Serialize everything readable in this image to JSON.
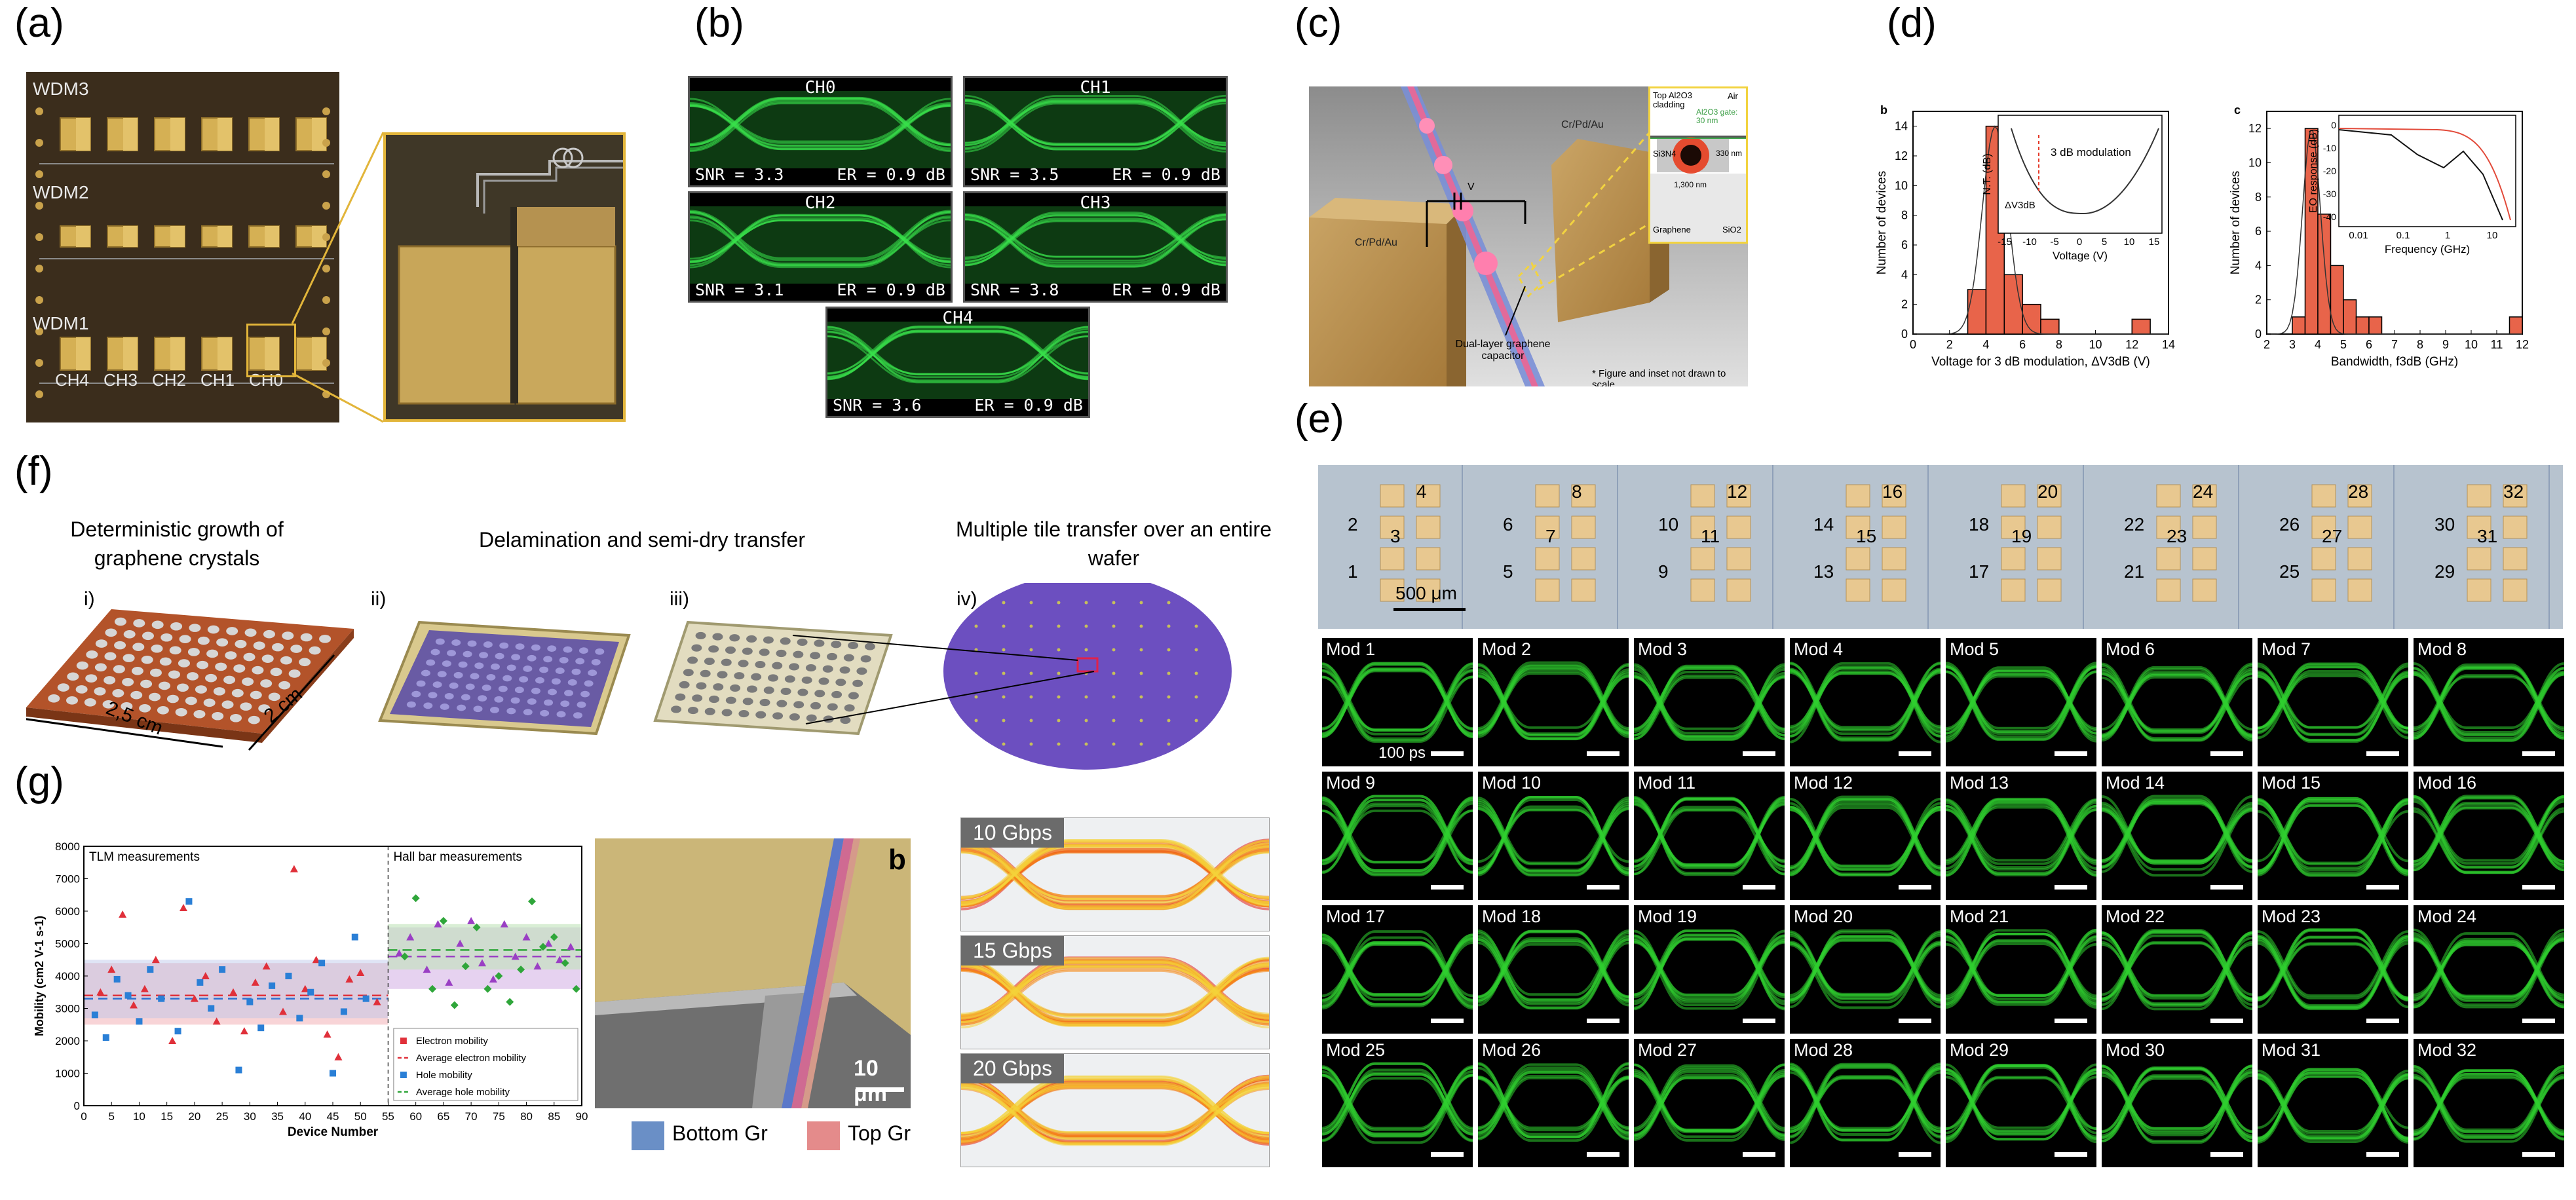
{
  "panels": {
    "a": {
      "label": "(a)",
      "wdm_labels": [
        "WDM3",
        "WDM2",
        "WDM1"
      ],
      "channel_labels": [
        "CH4",
        "CH3",
        "CH2",
        "CH1",
        "CH0"
      ]
    },
    "b": {
      "label": "(b)",
      "eyes": [
        {
          "ch": "CH0",
          "snr": "SNR = 3.3",
          "er": "ER = 0.9 dB"
        },
        {
          "ch": "CH1",
          "snr": "SNR = 3.5",
          "er": "ER = 0.9 dB"
        },
        {
          "ch": "CH2",
          "snr": "SNR = 3.1",
          "er": "ER = 0.9 dB"
        },
        {
          "ch": "CH3",
          "snr": "SNR = 3.8",
          "er": "ER = 0.9 dB"
        },
        {
          "ch": "CH4",
          "snr": "SNR = 3.6",
          "er": "ER = 0.9 dB"
        }
      ]
    },
    "c": {
      "label": "(c)",
      "electrode_left": "Cr/Pd/Au",
      "electrode_right": "Cr/Pd/Au",
      "voltage": "V",
      "capacitor": "Dual-layer graphene capacitor",
      "note": "* Figure and inset not drawn to scale",
      "inset": {
        "top_cladding": "Top Al2O3 cladding",
        "air": "Air",
        "gate": "Al2O3 gate: 30 nm",
        "core": "Si3N4",
        "thickness": "330 nm",
        "width": "1,300 nm",
        "graphene": "Graphene",
        "substrate": "SiO2"
      }
    },
    "d": {
      "label": "(d)",
      "left": {
        "sublabel": "b",
        "xlabel": "Voltage for 3 dB modulation, ΔV3dB (V)",
        "ylabel": "Number of devices",
        "inset_xlabel": "Voltage (V)",
        "inset_ylabel": "N.T. (dB)",
        "inset_annot": "3 dB modulation",
        "inset_dv": "ΔV3dB",
        "inset_xticks": [
          "-15",
          "-10",
          "-5",
          "0",
          "5",
          "10",
          "15"
        ]
      },
      "right": {
        "sublabel": "c",
        "xlabel": "Bandwidth, f3dB (GHz)",
        "ylabel": "Number of devices",
        "inset_xlabel": "Frequency (GHz)",
        "inset_ylabel": "EO response (dB)",
        "inset_xticks": [
          "0.01",
          "0.1",
          "1",
          "10"
        ],
        "inset_yticks": [
          "0",
          "-10",
          "-20",
          "-30",
          "-40"
        ]
      }
    },
    "e": {
      "label": "(e)",
      "scale_top": "500 μm",
      "scale_eye": "100 ps",
      "device_numbers_top": [
        "4",
        "8",
        "12",
        "16",
        "20",
        "24",
        "28",
        "32"
      ],
      "device_numbers_mid": [
        "3",
        "7",
        "11",
        "15",
        "19",
        "23",
        "27",
        "31"
      ],
      "device_numbers_mid2": [
        "2",
        "6",
        "10",
        "14",
        "18",
        "22",
        "26",
        "30"
      ],
      "device_numbers_bot": [
        "1",
        "5",
        "9",
        "13",
        "17",
        "21",
        "25",
        "29"
      ],
      "mods": [
        "Mod 1",
        "Mod 2",
        "Mod 3",
        "Mod 4",
        "Mod 5",
        "Mod 6",
        "Mod 7",
        "Mod 8",
        "Mod 9",
        "Mod 10",
        "Mod 11",
        "Mod 12",
        "Mod 13",
        "Mod 14",
        "Mod 15",
        "Mod 16",
        "Mod 17",
        "Mod 18",
        "Mod 19",
        "Mod 20",
        "Mod 21",
        "Mod 22",
        "Mod 23",
        "Mod 24",
        "Mod 25",
        "Mod 26",
        "Mod 27",
        "Mod 28",
        "Mod 29",
        "Mod 30",
        "Mod 31",
        "Mod 32"
      ]
    },
    "f": {
      "label": "(f)",
      "step1": "Deterministic growth of graphene crystals",
      "step2": "Delamination and semi-dry transfer",
      "step3": "Multiple tile transfer over an entire wafer",
      "roman": [
        "i)",
        "ii)",
        "iii)",
        "iv)"
      ],
      "dim_a": "2,5 cm",
      "dim_b": "2 cm"
    },
    "g": {
      "label": "(g)",
      "tlm": "TLM measurements",
      "hall": "Hall bar measurements",
      "ylabel": "Mobility (cm2 V-1 s-1)",
      "xlabel": "Device Number",
      "legend": [
        "Electron mobility",
        "Average electron mobility",
        "Hole mobility",
        "Average hole mobility"
      ],
      "sem_label": "b",
      "sem_scale": "10 μm",
      "bottom_gr": "Bottom Gr",
      "top_gr": "Top Gr",
      "rates": [
        "10 Gbps",
        "15 Gbps",
        "20 Gbps"
      ]
    }
  },
  "chart_data": [
    {
      "type": "bar",
      "panel": "d-left",
      "x_bins": [
        3.5,
        4.5,
        5.5,
        6.5,
        7.5,
        12.5
      ],
      "values": [
        3,
        14,
        4,
        2,
        1,
        1
      ],
      "xlabel": "Voltage for 3 dB modulation, ΔV3dB (V)",
      "ylabel": "Number of devices",
      "xlim": [
        0,
        14
      ],
      "ylim": [
        0,
        15
      ],
      "xticks": [
        0,
        2,
        4,
        6,
        8,
        10,
        12,
        14
      ],
      "yticks": [
        0,
        2,
        4,
        6,
        8,
        10,
        12,
        14
      ]
    },
    {
      "type": "bar",
      "panel": "d-right",
      "x_bins": [
        3.25,
        3.75,
        4.25,
        4.75,
        5.25,
        5.75,
        6.25,
        11.75
      ],
      "values": [
        1,
        12,
        7,
        4,
        2,
        1,
        1,
        1
      ],
      "xlabel": "Bandwidth, f3dB (GHz)",
      "ylabel": "Number of devices",
      "xlim": [
        2,
        12
      ],
      "ylim": [
        0,
        13
      ],
      "xticks": [
        2,
        3,
        4,
        5,
        6,
        7,
        8,
        9,
        10,
        11,
        12
      ],
      "yticks": [
        0,
        2,
        4,
        6,
        8,
        10,
        12
      ]
    },
    {
      "type": "scatter",
      "panel": "g",
      "xlabel": "Device Number",
      "ylabel": "Mobility (cm2 V-1 s-1)",
      "xlim": [
        0,
        90
      ],
      "ylim": [
        0,
        8000
      ],
      "xticks": [
        0,
        5,
        10,
        15,
        20,
        25,
        30,
        35,
        40,
        45,
        50,
        55,
        60,
        65,
        70,
        75,
        80,
        85,
        90
      ],
      "yticks": [
        0,
        1000,
        2000,
        3000,
        4000,
        5000,
        6000,
        7000,
        8000
      ],
      "series": [
        {
          "name": "Electron mobility",
          "points": [
            [
              3,
              3500
            ],
            [
              5,
              4200
            ],
            [
              7,
              5900
            ],
            [
              9,
              3100
            ],
            [
              11,
              3600
            ],
            [
              13,
              4500
            ],
            [
              16,
              2000
            ],
            [
              18,
              6100
            ],
            [
              20,
              3300
            ],
            [
              22,
              4000
            ],
            [
              24,
              2600
            ],
            [
              27,
              3500
            ],
            [
              29,
              2300
            ],
            [
              31,
              3800
            ],
            [
              33,
              4300
            ],
            [
              36,
              2900
            ],
            [
              38,
              7300
            ],
            [
              40,
              3600
            ],
            [
              42,
              4500
            ],
            [
              44,
              2200
            ],
            [
              46,
              1500
            ],
            [
              48,
              3900
            ],
            [
              50,
              4100
            ],
            [
              53,
              3200
            ],
            [
              57,
              4700
            ],
            [
              59,
              5200
            ],
            [
              62,
              4200
            ],
            [
              64,
              5600
            ],
            [
              66,
              3800
            ],
            [
              68,
              5000
            ],
            [
              70,
              5700
            ],
            [
              72,
              4400
            ],
            [
              74,
              3900
            ],
            [
              76,
              5600
            ],
            [
              78,
              4600
            ],
            [
              80,
              5200
            ],
            [
              82,
              4300
            ],
            [
              84,
              5000
            ],
            [
              86,
              4500
            ],
            [
              88,
              4900
            ]
          ]
        },
        {
          "name": "Hole mobility",
          "points": [
            [
              2,
              2800
            ],
            [
              4,
              2100
            ],
            [
              6,
              3900
            ],
            [
              8,
              3400
            ],
            [
              10,
              2600
            ],
            [
              12,
              4200
            ],
            [
              14,
              3300
            ],
            [
              17,
              2300
            ],
            [
              19,
              6300
            ],
            [
              21,
              3800
            ],
            [
              23,
              3000
            ],
            [
              25,
              4200
            ],
            [
              28,
              1100
            ],
            [
              30,
              3200
            ],
            [
              32,
              2400
            ],
            [
              34,
              3700
            ],
            [
              37,
              4000
            ],
            [
              39,
              2700
            ],
            [
              41,
              3500
            ],
            [
              43,
              4400
            ],
            [
              45,
              1000
            ],
            [
              47,
              2900
            ],
            [
              49,
              5200
            ],
            [
              51,
              3300
            ],
            [
              58,
              4600
            ],
            [
              60,
              6400
            ],
            [
              63,
              3600
            ],
            [
              65,
              5700
            ],
            [
              67,
              3100
            ],
            [
              69,
              4300
            ],
            [
              71,
              5500
            ],
            [
              73,
              3600
            ],
            [
              75,
              4000
            ],
            [
              77,
              3200
            ],
            [
              79,
              4200
            ],
            [
              81,
              6300
            ],
            [
              83,
              4900
            ],
            [
              85,
              5200
            ],
            [
              87,
              4400
            ],
            [
              89,
              3600
            ]
          ]
        }
      ],
      "avg_electron_tlm": 3400,
      "avg_hole_tlm": 3300,
      "avg_electron_hall": 4600,
      "avg_hole_hall": 4800
    }
  ]
}
